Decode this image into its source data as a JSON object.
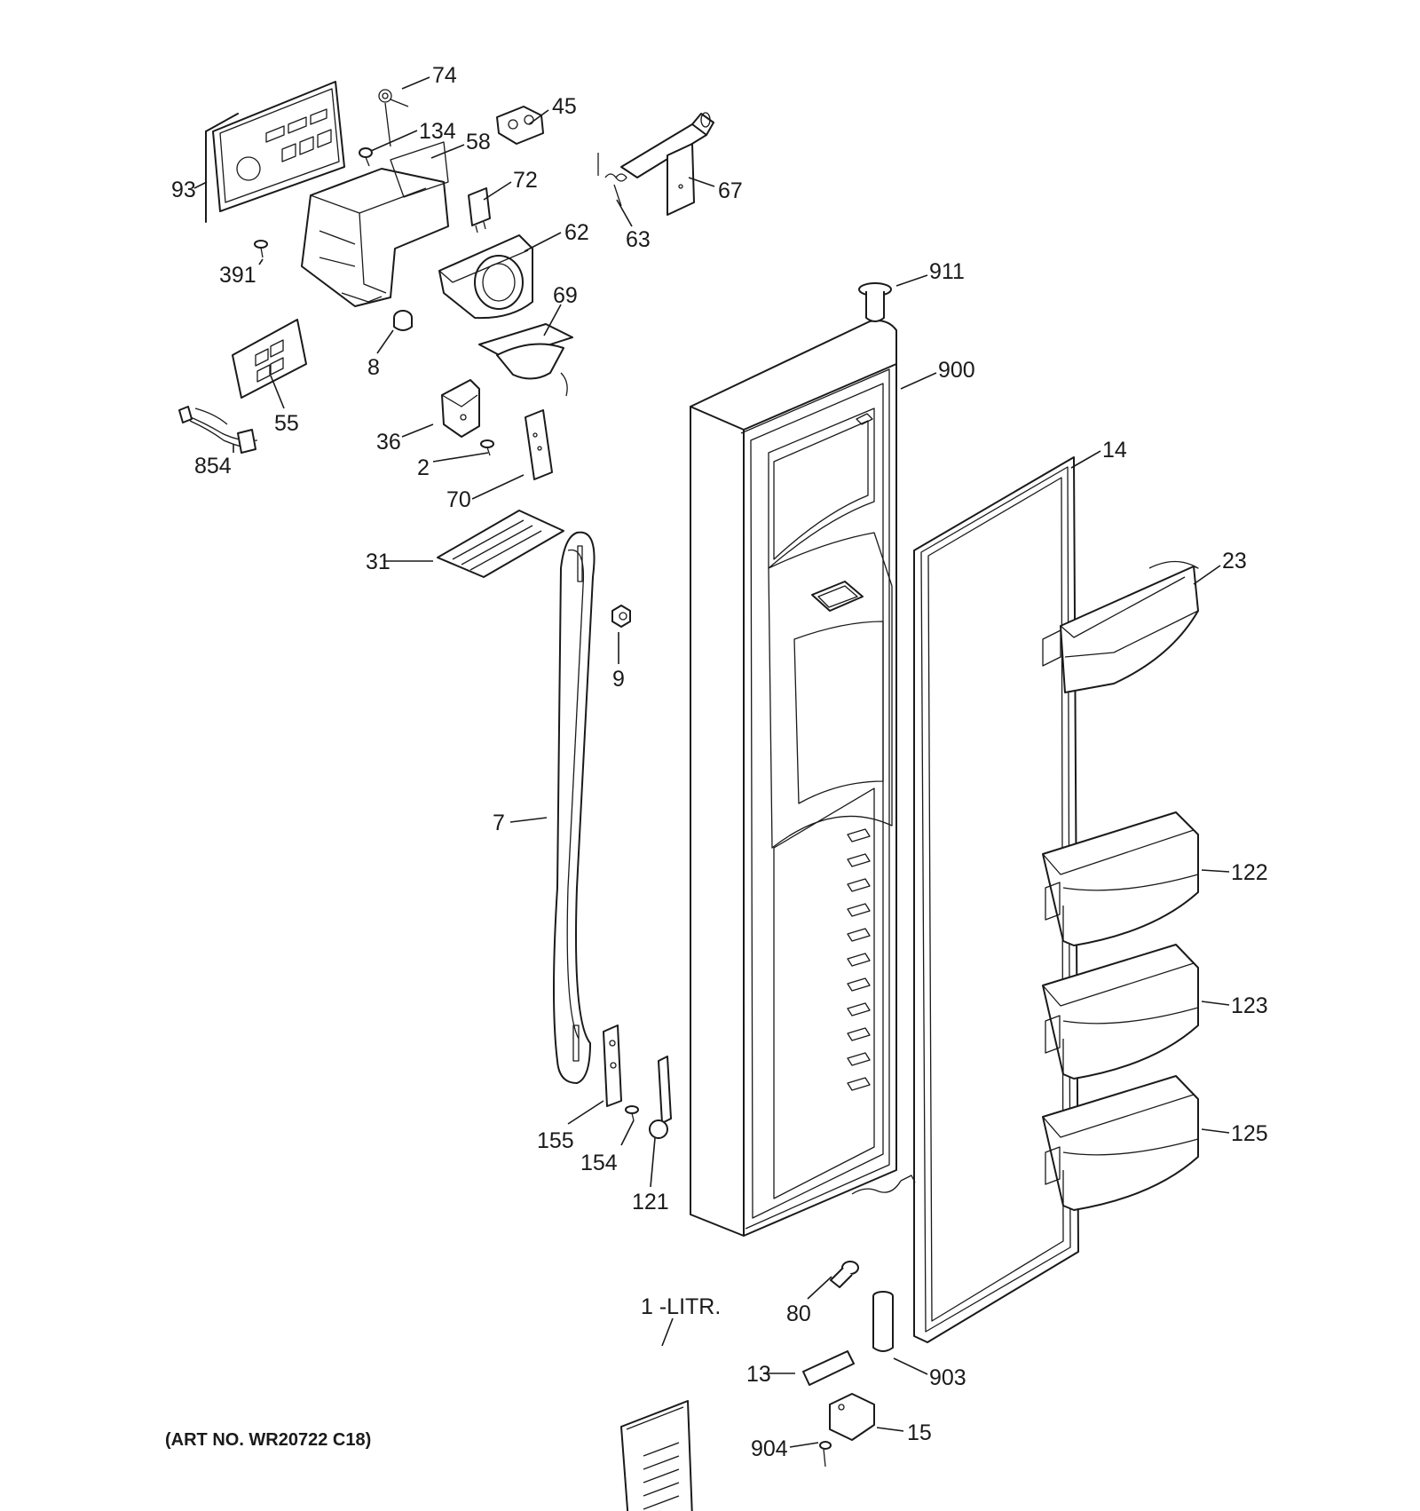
{
  "parts": {
    "p74": "74",
    "p45": "45",
    "p134": "134",
    "p58": "58",
    "p93": "93",
    "p72": "72",
    "p67": "67",
    "p63": "63",
    "p62": "62",
    "p391": "391",
    "p911": "911",
    "p69": "69",
    "p8": "8",
    "p900": "900",
    "p55": "55",
    "p36": "36",
    "p14": "14",
    "p854": "854",
    "p2": "2",
    "p70": "70",
    "p23": "23",
    "p31": "31",
    "p9": "9",
    "p7": "7",
    "p122": "122",
    "p123": "123",
    "p125": "125",
    "p155": "155",
    "p154": "154",
    "p121": "121",
    "p1": "1 -LITR.",
    "p80": "80",
    "p13": "13",
    "p903": "903",
    "p904": "904",
    "p15": "15"
  },
  "art_number": "(ART NO. WR20722 C18)"
}
